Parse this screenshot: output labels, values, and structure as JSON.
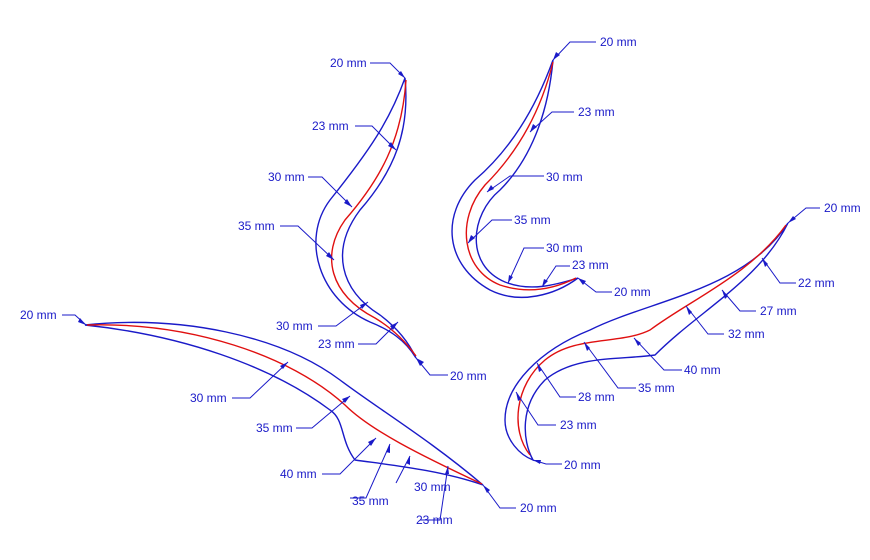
{
  "colors": {
    "outline": "#1a1ac8",
    "centerline": "#e01010",
    "annotation": "#1a1ac8"
  },
  "shapes": [
    {
      "name": "s-curve-blade",
      "labels": [
        "20 mm",
        "23 mm",
        "30 mm",
        "35 mm",
        "30 mm",
        "23 mm",
        "20 mm"
      ]
    },
    {
      "name": "hook-blade",
      "labels": [
        "20 mm",
        "23 mm",
        "30 mm",
        "35 mm",
        "30 mm",
        "23 mm",
        "20 mm"
      ]
    },
    {
      "name": "sweep-blade",
      "labels": [
        "20 mm",
        "30 mm",
        "35 mm",
        "40 mm",
        "35 mm",
        "30 mm",
        "23 mm",
        "20 mm"
      ]
    },
    {
      "name": "curl-blade",
      "labels": [
        "20 mm",
        "22 mm",
        "27 mm",
        "32 mm",
        "40 mm",
        "35 mm",
        "28 mm",
        "23 mm",
        "20 mm"
      ]
    }
  ]
}
